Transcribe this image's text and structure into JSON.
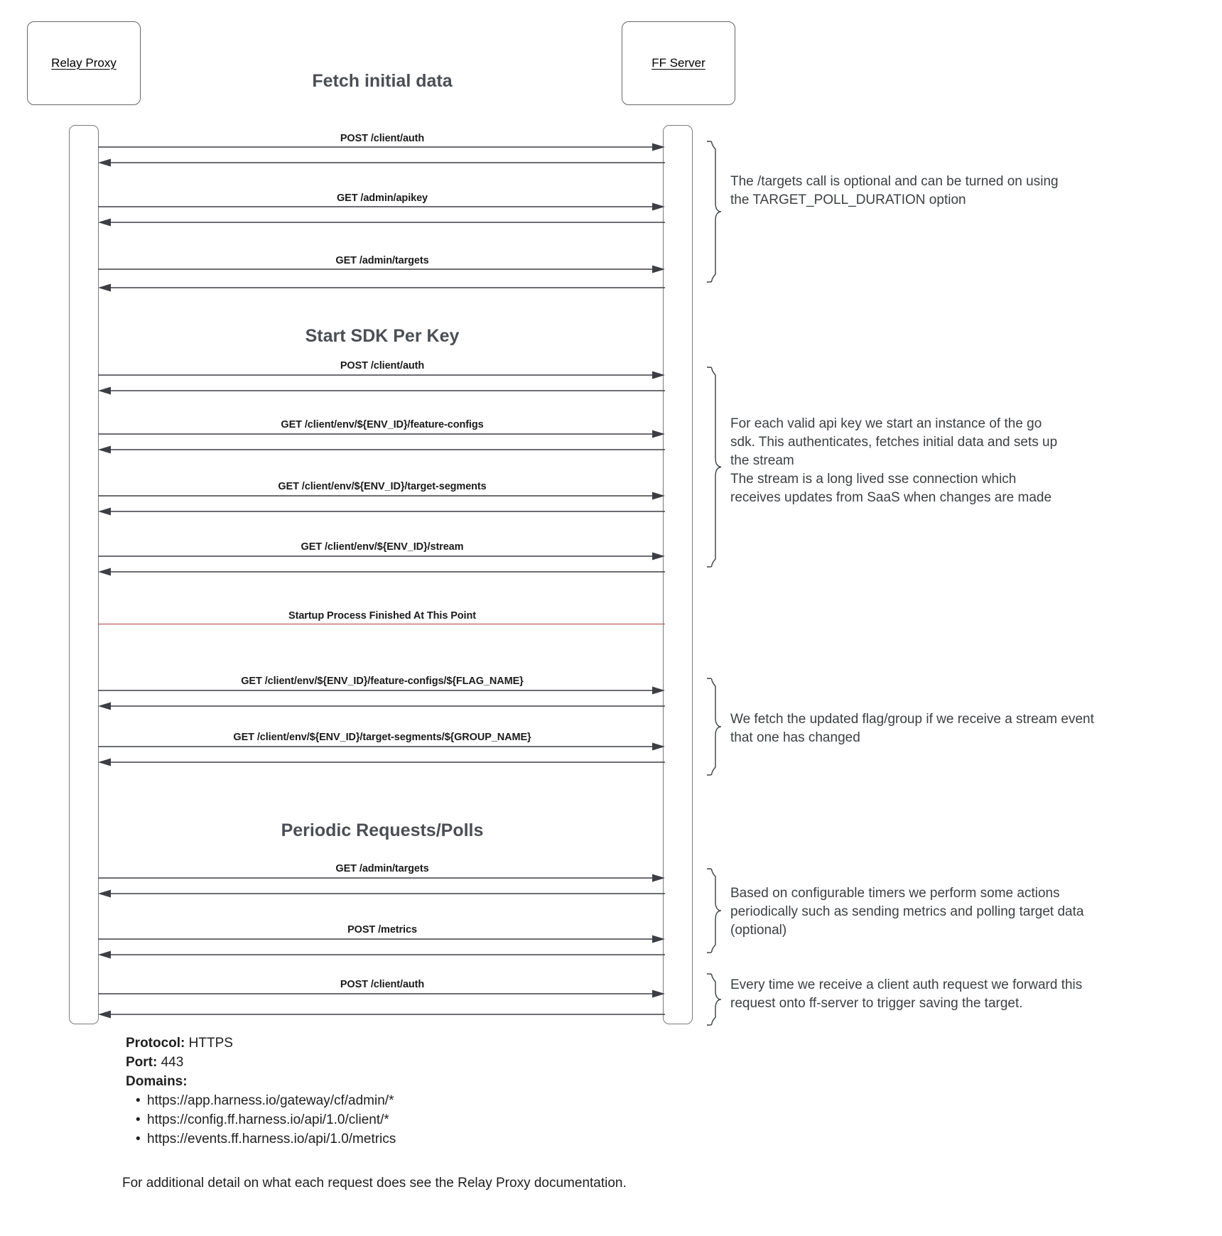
{
  "diagram": {
    "actors": [
      {
        "name": "relay-proxy",
        "label": "Relay Proxy"
      },
      {
        "name": "ff-server",
        "label": "FF Server"
      }
    ],
    "sections": [
      {
        "id": "fetch-initial-data",
        "title": "Fetch initial data"
      },
      {
        "id": "start-sdk-per-key",
        "title": "Start SDK Per Key"
      },
      {
        "id": "periodic-requests",
        "title": "Periodic Requests/Polls"
      }
    ],
    "divider": {
      "label": "Startup Process Finished At This Point",
      "color": "#b5413f"
    },
    "messages": [
      {
        "id": "m1",
        "label": "POST /client/auth"
      },
      {
        "id": "m2",
        "label": "GET /admin/apikey"
      },
      {
        "id": "m3",
        "label": "GET /admin/targets"
      },
      {
        "id": "m4",
        "label": "POST /client/auth"
      },
      {
        "id": "m5",
        "label": "GET /client/env/${ENV_ID}/feature-configs"
      },
      {
        "id": "m6",
        "label": "GET /client/env/${ENV_ID}/target-segments"
      },
      {
        "id": "m7",
        "label": "GET /client/env/${ENV_ID}/stream"
      },
      {
        "id": "m8",
        "label": "GET /client/env/${ENV_ID}/feature-configs/${FLAG_NAME}"
      },
      {
        "id": "m9",
        "label": "GET /client/env/${ENV_ID}/target-segments/${GROUP_NAME}"
      },
      {
        "id": "m10",
        "label": "GET /admin/targets"
      },
      {
        "id": "m11",
        "label": "POST /metrics"
      },
      {
        "id": "m12",
        "label": "POST /client/auth"
      }
    ],
    "annotations": [
      {
        "id": "note-targets",
        "text": "The /targets call is optional and can be turned on using the TARGET_POLL_DURATION option"
      },
      {
        "id": "note-sdk",
        "text": "For each valid api key we start an instance of the go sdk. This authenticates, fetches initial data and sets up the stream\nThe stream is a long lived sse connection which receives updates from SaaS when changes are made"
      },
      {
        "id": "note-stream-update",
        "text": "We fetch the updated flag/group if we receive a stream event that one has changed"
      },
      {
        "id": "note-periodic",
        "text": "Based on configurable timers we perform some actions periodically such as sending metrics and polling target data (optional)"
      },
      {
        "id": "note-client-auth-forward",
        "text": "Every time we receive a client auth request we forward this request onto ff-server to trigger saving the target."
      }
    ],
    "meta": {
      "protocol_key": "Protocol:",
      "protocol_value": "HTTPS",
      "port_key": "Port:",
      "port_value": "443",
      "domains_key": "Domains:",
      "domains": [
        "https://app.harness.io/gateway/cf/admin/*",
        "https://config.ff.harness.io/api/1.0/client/*",
        "https://events.ff.harness.io/api/1.0/metrics"
      ]
    },
    "footnote": "For additional detail on what each request does see the Relay Proxy documentation."
  }
}
